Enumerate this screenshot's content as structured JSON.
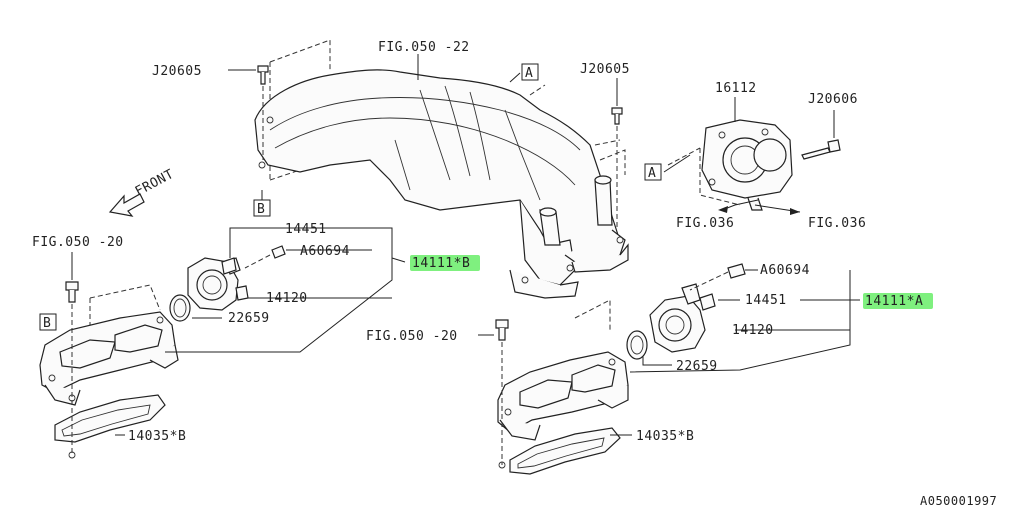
{
  "diagram": {
    "doc_code": "A050001997",
    "front_label": "FRONT",
    "refs": {
      "fig_050_22": "FIG.050 -22",
      "fig_050_20_left": "FIG.050 -20",
      "fig_050_20_right": "FIG.050 -20",
      "fig_036_left": "FIG.036",
      "fig_036_right": "FIG.036"
    },
    "boxes": {
      "a_top": "A",
      "a_mid": "A",
      "b_top": "B",
      "b_left": "B"
    },
    "parts": {
      "j20605_left": "J20605",
      "j20605_right": "J20605",
      "p16112": "16112",
      "j20606": "J20606",
      "p14451_left": "14451",
      "a60694_left": "A60694",
      "p14111b": "14111*B",
      "p14120_left": "14120",
      "p22659_left": "22659",
      "p14035b_left": "14035*B",
      "a60694_right": "A60694",
      "p14451_right": "14451",
      "p14111a": "14111*A",
      "p14120_right": "14120",
      "p22659_right": "22659",
      "p14035b_right": "14035*B"
    },
    "highlight_color": "#7ff07f"
  }
}
